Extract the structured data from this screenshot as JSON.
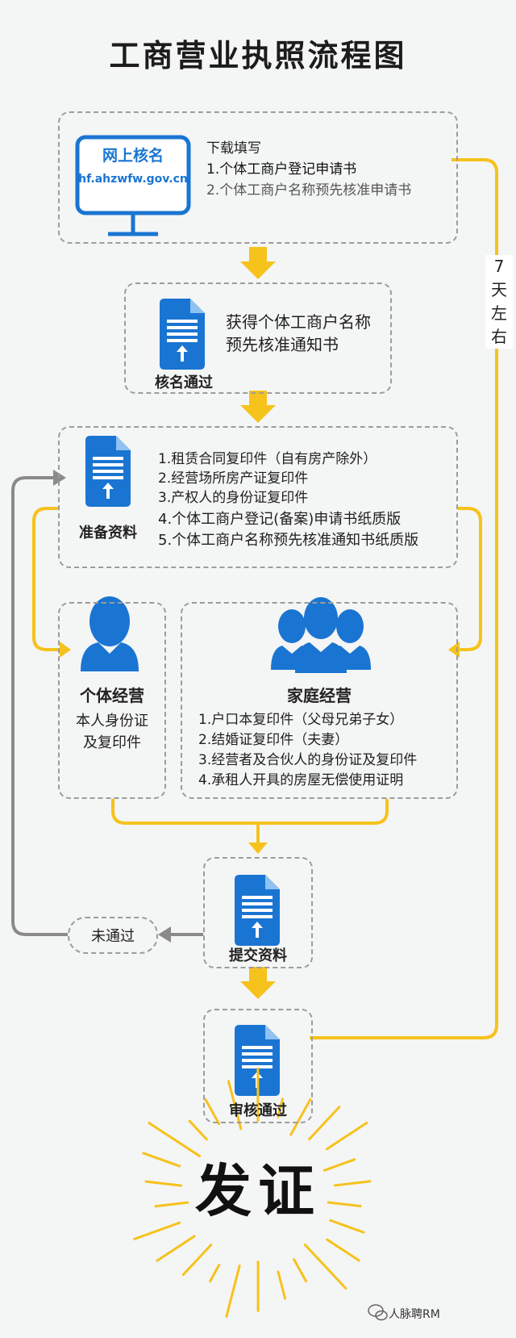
{
  "title": "工商营业执照流程图",
  "step1": {
    "screen_title": "网上核名",
    "screen_url": "hf.ahzwfw.gov.cn",
    "heading": "下载填写",
    "items": [
      "1.个体工商户登记申请书",
      "2.个体工商户名称预先核准申请书"
    ]
  },
  "step2": {
    "label": "核名通过",
    "text_line1": "获得个体工商户名称",
    "text_line2": "预先核准通知书"
  },
  "step3": {
    "label": "准备资料",
    "items": [
      "1.租赁合同复印件（自有房产除外）",
      "2.经营场所房产证复印件",
      "3.产权人的身份证复印件",
      "4.个体工商户登记(备案)申请书纸质版",
      "5.个体工商户名称预先核准通知书纸质版"
    ]
  },
  "individual": {
    "label": "个体经营",
    "line1": "本人身份证",
    "line2": "及复印件"
  },
  "family": {
    "label": "家庭经营",
    "items": [
      "1.户口本复印件（父母兄弟子女）",
      "2.结婚证复印件（夫妻）",
      "3.经营者及合伙人的身份证及复印件",
      "4.承租人开具的房屋无偿使用证明"
    ]
  },
  "submit": {
    "label": "提交资料"
  },
  "failed": {
    "label": "未通过"
  },
  "review": {
    "label": "审核通过"
  },
  "side_label": [
    "7",
    "天",
    "左",
    "右"
  ],
  "final": {
    "label": "发证"
  },
  "watermark": "人脉聘RM",
  "colors": {
    "accent_yellow": "#f6c21c",
    "doc_blue": "#1a75d2",
    "gray_arrow": "#8a8a8a",
    "dashed_border": "#9c9c9c"
  },
  "icons": {
    "monitor": "monitor-icon",
    "document": "document-upload-icon",
    "person": "person-icon",
    "group": "group-icon",
    "burst": "sunburst-icon",
    "watermark": "wechat-icon"
  }
}
